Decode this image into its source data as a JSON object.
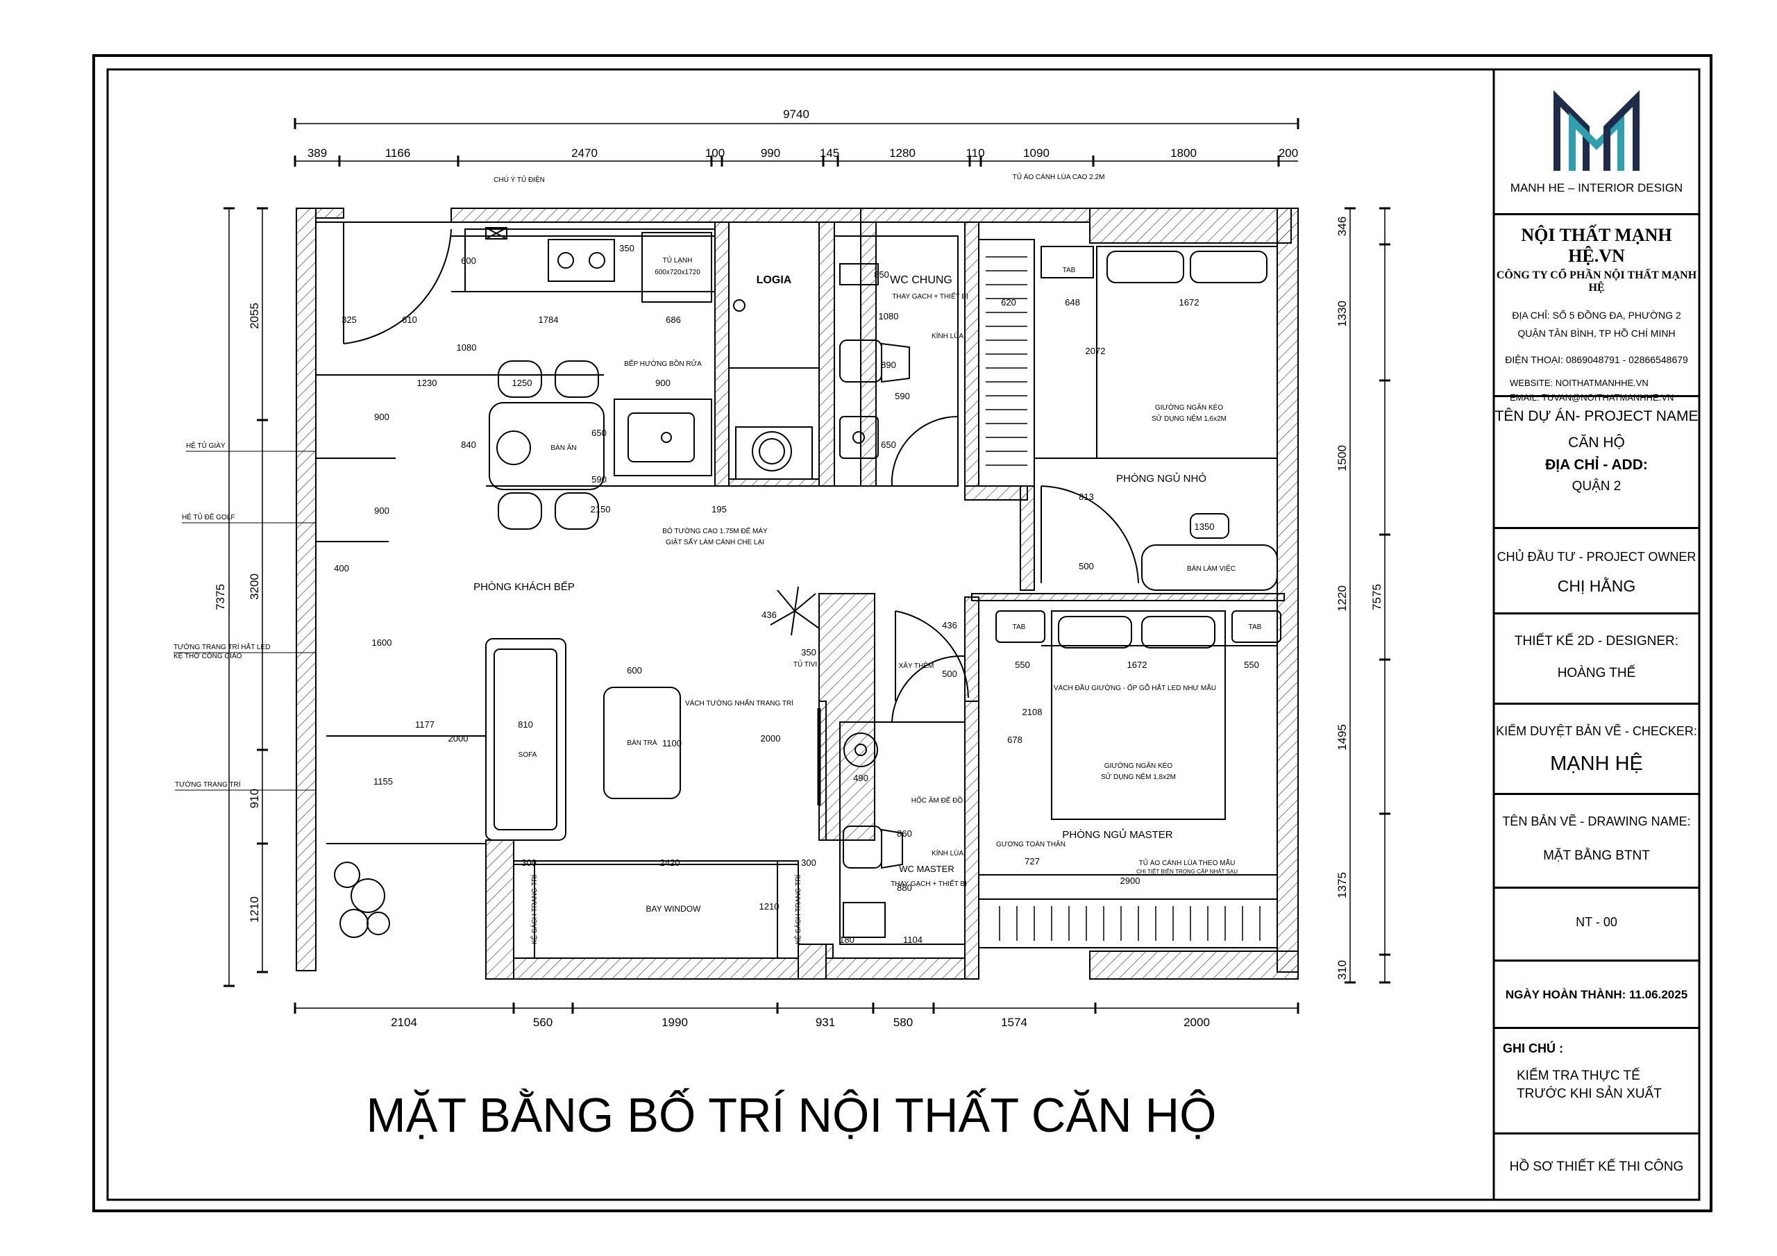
{
  "drawing_title": "MẶT BẰNG BỐ TRÍ NỘI THẤT CĂN HỘ",
  "dimensions": {
    "overall_width": "9740",
    "overall_height": "7575",
    "left_overall": "7375",
    "top": [
      "389",
      "1166",
      "2470",
      "100",
      "990",
      "145",
      "1280",
      "110",
      "1090",
      "1800",
      "200"
    ],
    "bottom": [
      "2104",
      "560",
      "1990",
      "931",
      "580",
      "1574",
      "2000"
    ],
    "left": [
      "2055",
      "3200",
      "910",
      "1210"
    ],
    "right": [
      "346",
      "1330",
      "1500",
      "1220",
      "1495",
      "1375",
      "310"
    ],
    "interior": [
      "600",
      "350",
      "1080",
      "325",
      "610",
      "1784",
      "686",
      "1230",
      "1250",
      "900",
      "900",
      "840",
      "650",
      "590",
      "2150",
      "195",
      "900",
      "400",
      "1600",
      "1177",
      "810",
      "2000",
      "1155",
      "600",
      "1100",
      "2000",
      "2420",
      "300",
      "300",
      "1210",
      "350",
      "436",
      "436",
      "500",
      "850",
      "890",
      "650",
      "590",
      "1080",
      "490",
      "860",
      "880",
      "180",
      "1104",
      "620",
      "648",
      "1672",
      "2072",
      "813",
      "500",
      "1350",
      "550",
      "1672",
      "550",
      "2108",
      "678",
      "727",
      "2900"
    ]
  },
  "rooms": {
    "logia": "LOGIA",
    "wc_chung": "WC CHUNG",
    "wc_chung_note": "THAY GẠCH + THIẾT BỊ",
    "kinh_lua_1": "KÍNH LÙA",
    "kinh_lua_2": "KÍNH LÙA",
    "phong_ngu_nho": "PHÒNG NGỦ NHỎ",
    "phong_khach_bep": "PHÒNG KHÁCH BẾP",
    "phong_ngu_master": "PHÒNG NGỦ MASTER",
    "wc_master": "WC MASTER",
    "wc_master_note": "THAY GẠCH + THIẾT BỊ",
    "bay_window": "BAY WINDOW"
  },
  "labels": {
    "chu_y_tu_dien": "CHÚ Ý TỦ ĐIỆN",
    "tu_lanh": "TỦ LẠNH",
    "tu_lanh_size": "600x720x1720",
    "bep_huong_bon_rua": "BẾP HƯỚNG BỒN RỬA",
    "ban_an": "BÀN ĂN",
    "bo_tuong_1": "BỎ TƯỜNG CAO 1.75M ĐỂ MÁY",
    "bo_tuong_2": "GIẶT SẤY LÀM CÁNH CHE LẠI",
    "tu_ao_canh_lua_cao": "TỦ ÁO CÁNH LÙA CAO 2.2M",
    "tab_1": "TAB",
    "tab_2": "TAB",
    "tab_3": "TAB",
    "giuong_1": "GIƯỜNG NGĂN KÉO",
    "giuong_1b": "SỬ DỤNG NỆM 1,6x2M",
    "ban_lam_viec": "BÀN LÀM VIỆC",
    "he_tu_giay": "HỆ TỦ GIÀY",
    "he_tu_golf": "HỆ TỦ ĐỂ GOLF",
    "tuong_led_1": "TƯỜNG TRANG TRÍ HẮT LED",
    "tuong_led_2": "KỆ THỜ CÔNG GIÁO",
    "tuong_trang_tri": "TƯỜNG TRANG TRÍ",
    "sofa": "SOFA",
    "ban_tra": "BÀN TRÀ",
    "vach_tuong": "VÁCH TƯỜNG NHẤN TRANG TRÍ",
    "tu_tivi": "TỦ TIVI",
    "xay_them": "XÂY THÊM",
    "vach_dau_giuong": "VÁCH ĐẦU GIƯỜNG - ỐP GỖ HẮT LED NHƯ MẪU",
    "giuong_2": "GIƯỜNG NGĂN KÉO",
    "giuong_2b": "SỬ DỤNG NỆM 1,8x2M",
    "hoc_am": "HỐC ÂM ĐỂ ĐỒ",
    "guong": "GƯƠNG TOÀN THÂN",
    "tu_ao_master_1": "TỦ ÁO CÁNH LÙA THEO MẪU",
    "tu_ao_master_2": "CHI TIẾT BIÊN TRONG CẤP NHẬT SAU",
    "ke_sach_1": "KỆ SÁCH TRANG TRÍ",
    "ke_sach_2": "KỆ SÁCH TRANG TRÍ"
  },
  "title_block": {
    "logo_caption": "MANH HE – INTERIOR DESIGN",
    "company_name": "NỘI THẤT MẠNH HỆ.VN",
    "company_full": "CÔNG TY CỔ PHẦN NỘI THẤT MẠNH HỆ",
    "address_1": "ĐỊA CHỈ: SỐ 5 ĐỒNG ĐA, PHƯỜNG 2",
    "address_2": "QUẬN TÂN BÌNH, TP HỒ CHÍ MINH",
    "phone": "ĐIỆN THOẠI: 0869048791  -  02866548679",
    "website": "WEBSITE: NOITHATMANHHE.VN",
    "email": "EMAIL:  TUVAN@NOITHATMANHHE.VN",
    "project_label": "TÊN DỰ ÁN- PROJECT NAME",
    "project_value": "CĂN HỘ",
    "address_label": "ĐỊA CHỈ - ADD:",
    "address_value": "QUẬN 2",
    "owner_label": "CHỦ ĐẦU TƯ - PROJECT OWNER",
    "owner_value": "CHỊ HẰNG",
    "designer_label": "THIẾT KẾ 2D - DESIGNER:",
    "designer_value": "HOÀNG THẾ",
    "checker_label": "KIỂM DUYỆT BẢN VẼ - CHECKER:",
    "checker_value": "MẠNH HỆ",
    "drawing_label": "TÊN BẢN VẼ - DRAWING NAME:",
    "drawing_value": "MẶT BẰNG BTNT",
    "sheet_no": "NT - 00",
    "completion": "NGÀY HOÀN THÀNH: 11.06.2025",
    "note_label": "GHI CHÚ :",
    "note_1": "KIỂM TRA THỰC TẾ",
    "note_2": "TRƯỚC KHI SẢN XUẤT",
    "footer": "HỒ SƠ THIẾT KẾ THI CÔNG"
  },
  "colors": {
    "logo_dark": "#1e2c4a",
    "logo_teal": "#2f9fae",
    "hatch": "#555555"
  }
}
